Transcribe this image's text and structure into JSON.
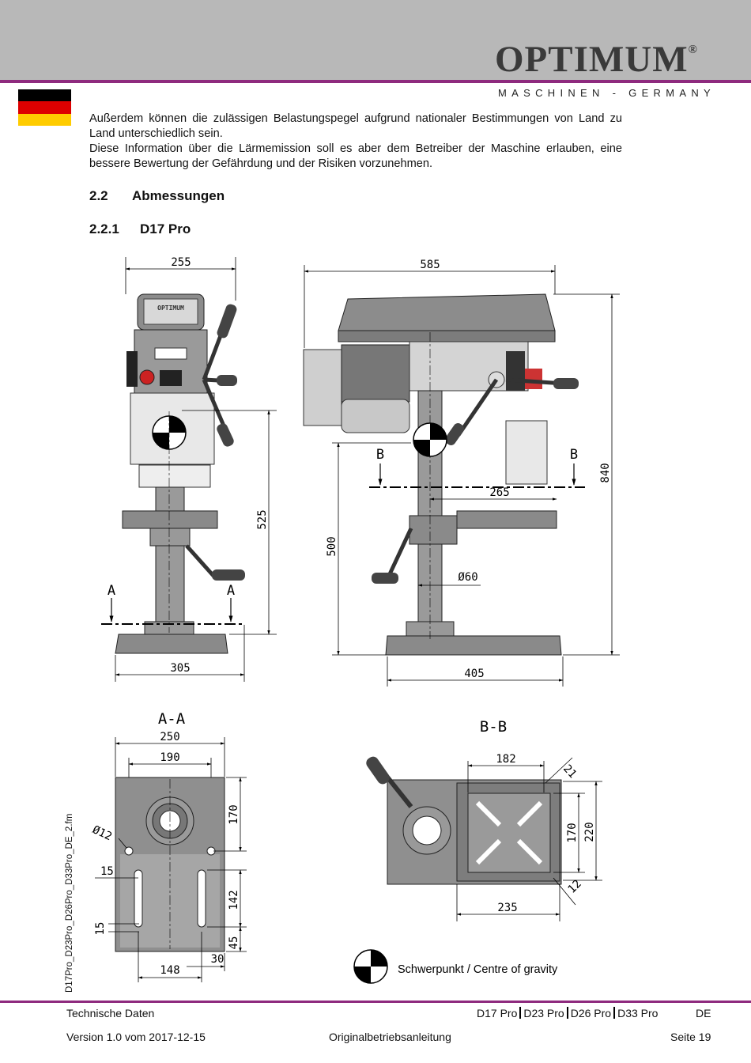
{
  "header": {
    "brand": "OPTIMUM",
    "brand_mark": "®",
    "brand_sub": "MASCHINEN - GERMANY",
    "accent_color": "#8e2a7e",
    "band_color": "#b8b8b8"
  },
  "flag": {
    "icon": "german-flag-icon",
    "colors": [
      "#000000",
      "#dd0000",
      "#ffcc00"
    ]
  },
  "body": {
    "paragraph1": "Außerdem können die zulässigen Belastungspegel aufgrund nationaler Bestimmungen von Land zu Land unterschiedlich sein.",
    "paragraph2": "Diese Information über die Lärmemission soll es aber dem Betreiber der Maschine erlauben, eine bessere Bewertung der Gefährdung und der Risiken vorzunehmen."
  },
  "section": {
    "number": "2.2",
    "title": "Abmessungen"
  },
  "subsection": {
    "number": "2.2.1",
    "title": "D17 Pro"
  },
  "drawing": {
    "front_view": {
      "width_top": "255",
      "base_width": "305",
      "height": "525",
      "section_mark_left": "A",
      "section_mark_right": "A"
    },
    "side_view": {
      "width": "585",
      "height_total": "840",
      "height_table": "500",
      "reach": "265",
      "column_diameter": "Ø60",
      "base_width": "405",
      "section_mark_left": "B",
      "section_mark_right": "B"
    },
    "section_aa": {
      "title": "A-A",
      "width_outer": "250",
      "width_inner": "190",
      "hole": "Ø12",
      "dim_170": "170",
      "dim_142": "142",
      "dim_45": "45",
      "dim_15a": "15",
      "dim_15b": "15",
      "dim_148": "148",
      "dim_30": "30"
    },
    "section_bb": {
      "title": "B-B",
      "dim_182": "182",
      "dim_21": "21",
      "dim_170": "170",
      "dim_220": "220",
      "dim_235": "235",
      "dim_12": "12"
    },
    "legend": {
      "icon": "centre-of-gravity-icon",
      "label": "Schwerpunkt / Centre of gravity"
    }
  },
  "sidenote": "D17Pro_D23Pro_D26Pro_D33Pro_DE_2.fm",
  "footer": {
    "left_top": "Technische Daten",
    "models": [
      "D17 Pro",
      "D23 Pro",
      "D26 Pro",
      "D33 Pro"
    ],
    "lang": "DE",
    "version": "Version 1.0 vom 2017-12-15",
    "center": "Originalbetriebsanleitung",
    "page": "Seite 19"
  }
}
